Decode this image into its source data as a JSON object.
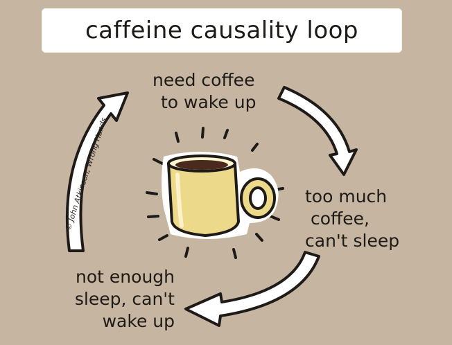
{
  "title": "caffeine causality loop",
  "steps": {
    "top": [
      "need coffee",
      "to wake up"
    ],
    "right": [
      "too much",
      "coffee,",
      "can't sleep"
    ],
    "left": [
      "not enough",
      "sleep, can't",
      "wake up"
    ]
  },
  "credit": "© John Atkinson, Wrong Hands",
  "icons": {
    "center": "coffee-mug-icon",
    "arrows": [
      "arrow-top-to-right-icon",
      "arrow-right-to-left-icon",
      "arrow-left-to-top-icon"
    ]
  },
  "colors": {
    "background": "#c6b6a1",
    "title_box": "#ffffff",
    "mug_fill": "#ecd98a",
    "ink": "#1d1a17",
    "arrow_fill": "#ffffff"
  }
}
